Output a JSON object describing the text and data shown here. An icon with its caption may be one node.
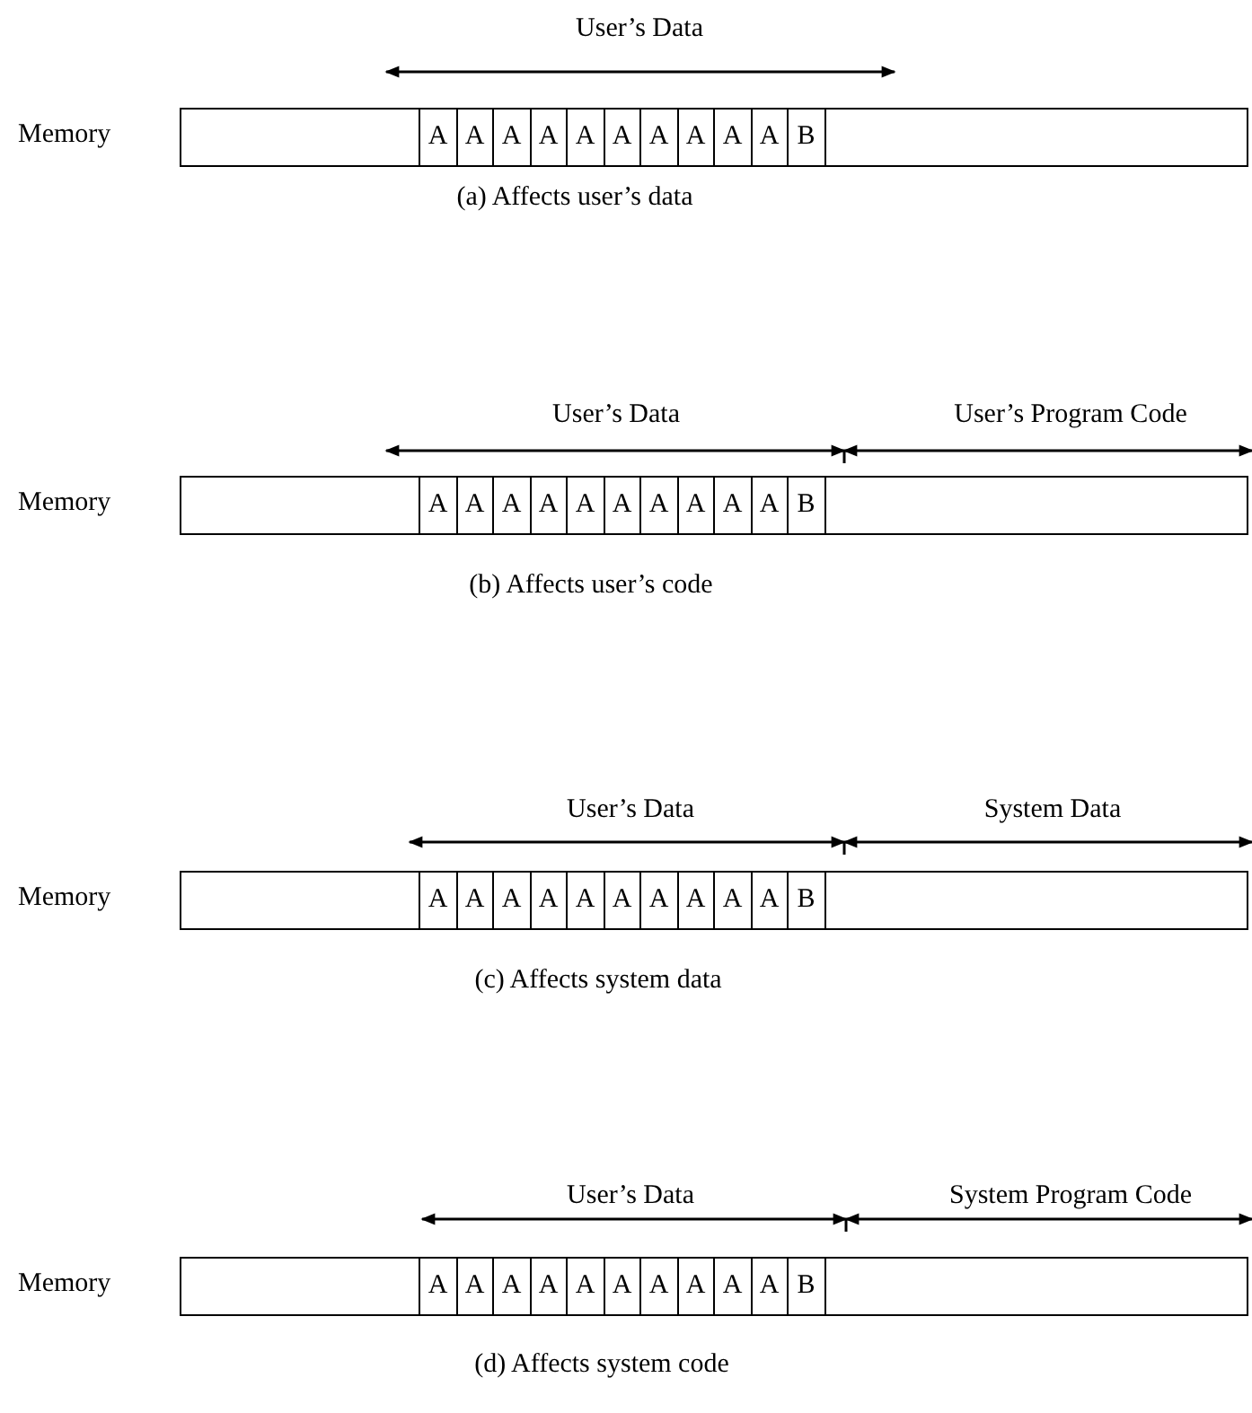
{
  "diagram": {
    "nodes": [
      {
        "text": [
          "Memory"
        ]
      },
      {
        "text": [
          "A"
        ],
        "in": 0
      },
      {
        "text": [
          "A"
        ],
        "in": 0
      },
      {
        "text": [
          "A"
        ],
        "in": 0
      },
      {
        "text": [
          "A"
        ],
        "in": 0
      },
      {
        "text": [
          "A"
        ],
        "in": 0
      },
      {
        "text": [
          "A"
        ],
        "in": 0
      },
      {
        "text": [
          "A"
        ],
        "in": 0
      },
      {
        "text": [
          "A"
        ],
        "in": 0
      },
      {
        "text": [
          "A"
        ],
        "in": 0
      },
      {
        "text": [
          "A"
        ],
        "in": 0
      },
      {
        "text": [
          "B"
        ],
        "in": 0
      },
      {
        "text": [
          "Memory"
        ]
      },
      {
        "text": [
          "A"
        ],
        "in": 12
      },
      {
        "text": [
          "A"
        ],
        "in": 12
      },
      {
        "text": [
          "A"
        ],
        "in": 12
      },
      {
        "text": [
          "A"
        ],
        "in": 12
      },
      {
        "text": [
          "A"
        ],
        "in": 12
      },
      {
        "text": [
          "A"
        ],
        "in": 12
      },
      {
        "text": [
          "A"
        ],
        "in": 12
      },
      {
        "text": [
          "A"
        ],
        "in": 12
      },
      {
        "text": [
          "A"
        ],
        "in": 12
      },
      {
        "text": [
          "A"
        ],
        "in": 12
      },
      {
        "text": [
          "B"
        ],
        "in": 12
      },
      {
        "text": [
          "Memory"
        ]
      },
      {
        "text": [
          "A"
        ],
        "in": 24
      },
      {
        "text": [
          "A"
        ],
        "in": 24
      },
      {
        "text": [
          "A"
        ],
        "in": 24
      },
      {
        "text": [
          "A"
        ],
        "in": 24
      },
      {
        "text": [
          "A"
        ],
        "in": 24
      },
      {
        "text": [
          "A"
        ],
        "in": 24
      },
      {
        "text": [
          "A"
        ],
        "in": 24
      },
      {
        "text": [
          "A"
        ],
        "in": 24
      },
      {
        "text": [
          "A"
        ],
        "in": 24
      },
      {
        "text": [
          "A"
        ],
        "in": 24
      },
      {
        "text": [
          "B"
        ],
        "in": 24
      },
      {
        "text": [
          "Memory"
        ]
      },
      {
        "text": [
          "A"
        ],
        "in": 36
      },
      {
        "text": [
          "A"
        ],
        "in": 36
      },
      {
        "text": [
          "A"
        ],
        "in": 36
      },
      {
        "text": [
          "A"
        ],
        "in": 36
      },
      {
        "text": [
          "A"
        ],
        "in": 36
      },
      {
        "text": [
          "A"
        ],
        "in": 36
      },
      {
        "text": [
          "A"
        ],
        "in": 36
      },
      {
        "text": [
          "A"
        ],
        "in": 36
      },
      {
        "text": [
          "A"
        ],
        "in": 36
      },
      {
        "text": [
          "A"
        ],
        "in": 36
      },
      {
        "text": [
          "B"
        ],
        "in": 36
      }
    ],
    "labels": [
      "User’s Data",
      "(a) Affects user’s data",
      "User’s Data",
      "User’s Program Code",
      "(b) Affects user’s code",
      "User’s Data",
      "System Data",
      "(c) Affects system data",
      "User’s Data",
      "System Program Code",
      "(d) Affects system code"
    ]
  }
}
